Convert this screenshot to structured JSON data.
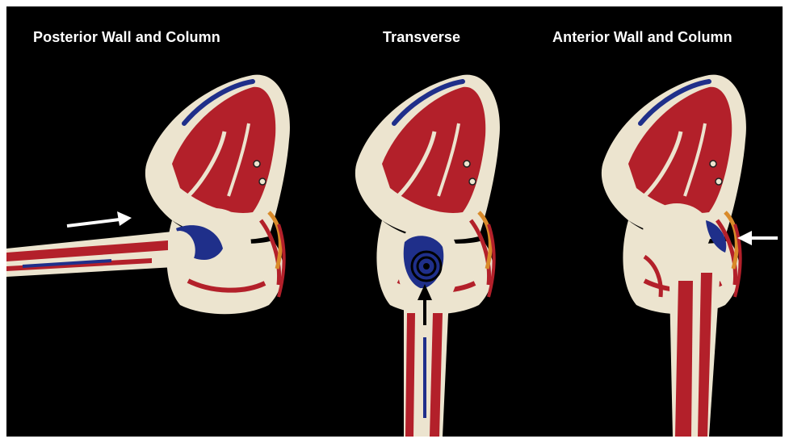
{
  "panels": [
    {
      "title": "Posterior Wall and Column",
      "arrow": "arrow-right-icon"
    },
    {
      "title": "Transverse",
      "arrow": "arrow-up-icon"
    },
    {
      "title": "Anterior Wall and Column",
      "arrow": "arrow-left-icon"
    }
  ],
  "colors": {
    "background": "#000000",
    "bone": "#ece4cf",
    "muscle_red": "#b3202a",
    "muscle_blue": "#1f2f8a",
    "arrow_white": "#ffffff",
    "arrow_black": "#000000"
  }
}
